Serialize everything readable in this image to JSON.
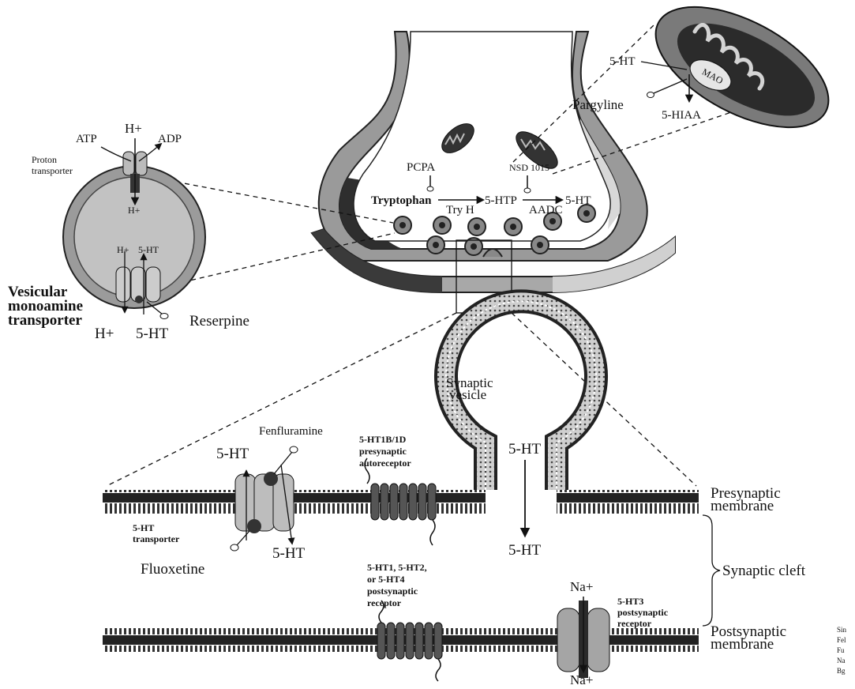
{
  "top_panel": {
    "mitochondrion_labels": {
      "sero": "5-HT",
      "mao": "MAO",
      "pargyline": "Pargyline",
      "hiaa": "5-HIAA"
    },
    "synthesis": {
      "pcpa": "PCPA",
      "nsd": "NSD 1015",
      "tryptophan": "Tryptophan",
      "tryh": "Try H",
      "htp": "5-HTP",
      "aadc": "AADC",
      "sero": "5-HT"
    }
  },
  "vesicle_panel": {
    "hplus_top": "H+",
    "atp": "ATP",
    "adp": "ADP",
    "proton_transporter": [
      "Proton",
      "transporter"
    ],
    "hplus_inner": "H+",
    "h_mini": "H+",
    "sero_mini": "5-HT",
    "vmat": [
      "Vesicular",
      "monoamine",
      "transporter"
    ],
    "hplus_bottom": "H+",
    "sero_bottom": "5-HT",
    "reserpine": "Reserpine"
  },
  "synapse_panel": {
    "synaptic_vesicle": [
      "Synaptic",
      "vesicle"
    ],
    "fenfluramine": "Fenfluramine",
    "autoreceptor": [
      "5-HT1B/1D",
      "presynaptic",
      "autoreceptor"
    ],
    "sero_vesicle": "5-HT",
    "sero_release": "5-HT",
    "sero_transporter_top": "5-HT",
    "sero_transporter_bottom": "5-HT",
    "transporter": [
      "5-HT",
      "transporter"
    ],
    "fluoxetine": "Fluoxetine",
    "presynaptic_membrane": [
      "Presynaptic",
      "membrane"
    ],
    "synaptic_cleft": "Synaptic cleft",
    "postsynaptic_receptor": [
      "5-HT1, 5-HT2,",
      "or 5-HT4",
      "postsynaptic",
      "receptor"
    ],
    "na_top": "Na+",
    "na_bottom": "Na+",
    "ht3_receptor": [
      "5-HT3",
      "postsynaptic",
      "receptor"
    ],
    "postsynaptic_membrane": [
      "Postsynaptic",
      "membrane"
    ],
    "cropped_margin": [
      "Sin",
      "Fel",
      "Fu",
      "Na",
      "Bg"
    ]
  },
  "colors": {
    "dark": "#2a2a2a",
    "mid": "#8a8a8a",
    "light": "#c4c4c4",
    "pale": "#e2e2e2"
  }
}
